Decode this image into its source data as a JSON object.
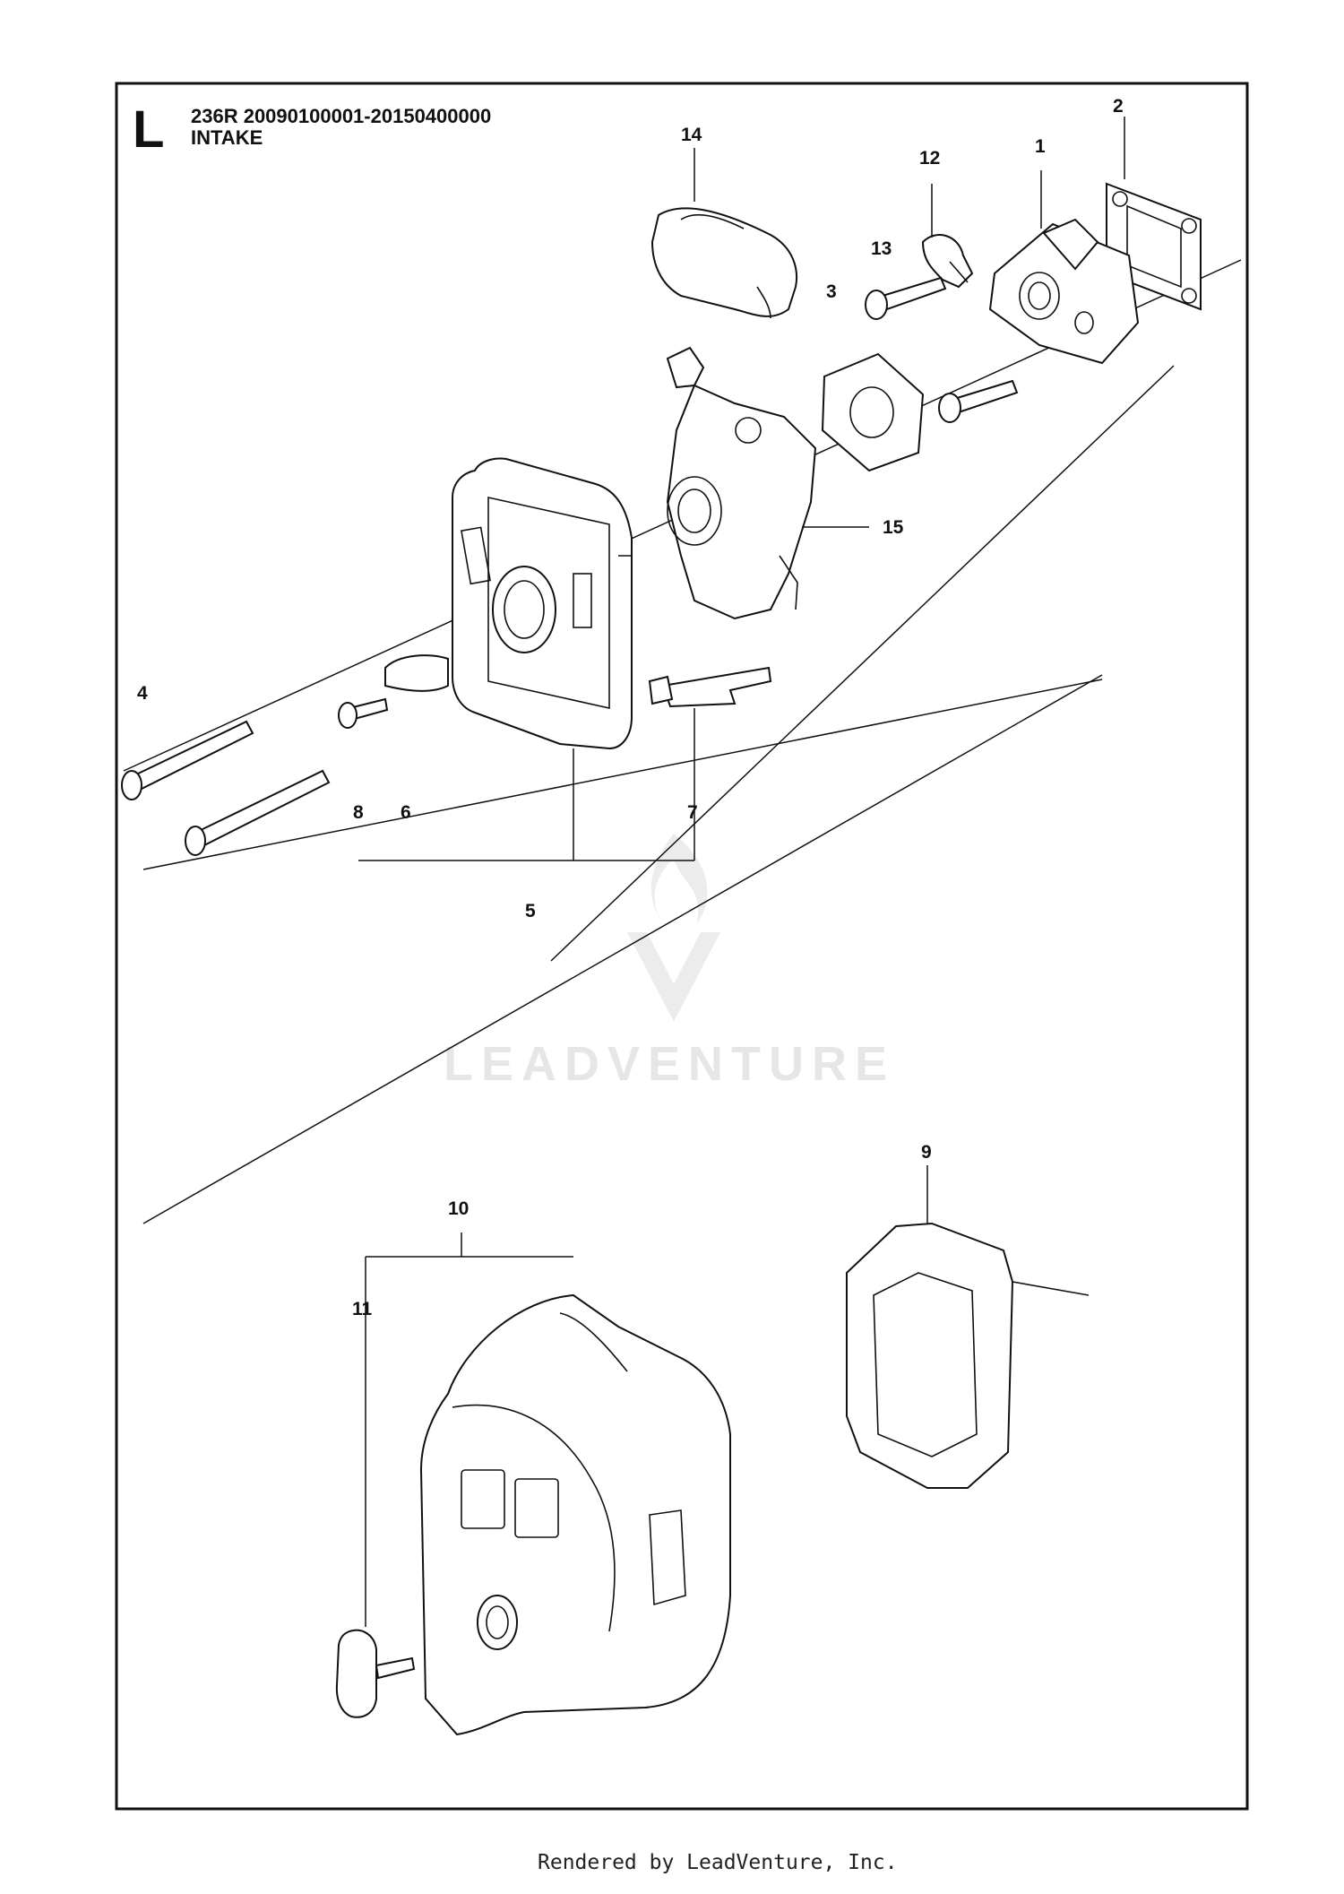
{
  "header": {
    "section_letter": "L",
    "model_range": "236R  20090100001-20150400000",
    "assembly_name": "INTAKE"
  },
  "callouts": [
    "1",
    "2",
    "3",
    "4",
    "5",
    "6",
    "7",
    "8",
    "9",
    "10",
    "11",
    "12",
    "13",
    "14",
    "15"
  ],
  "watermark": "LEADVENTURE",
  "footer": "Rendered by LeadVenture, Inc."
}
